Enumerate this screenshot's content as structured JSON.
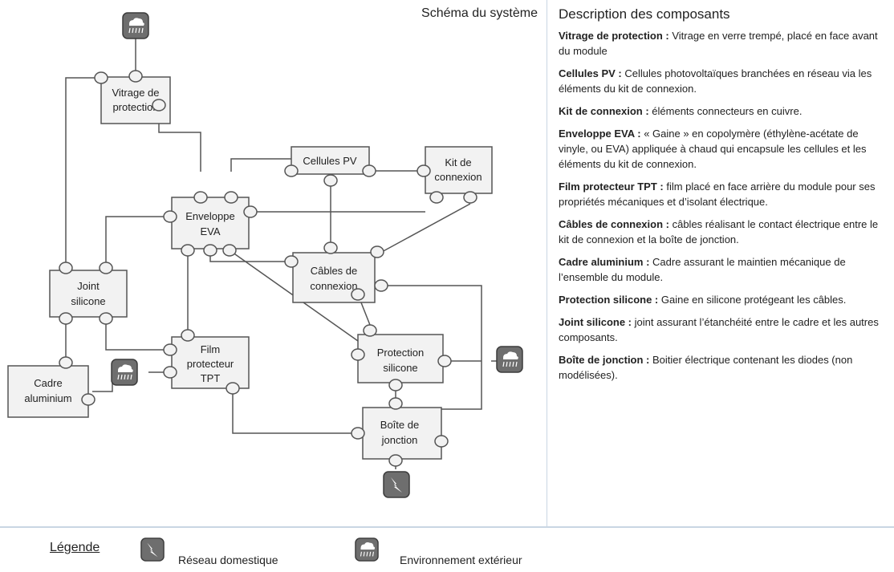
{
  "diagram": {
    "title": "Schéma du système",
    "nodes": {
      "vitrage": "Vitrage de protection",
      "cellules": "Cellules PV",
      "kit": "Kit de connexion",
      "enveloppe": "Enveloppe EVA",
      "cables": "Câbles de connexion",
      "joint": "Joint silicone",
      "film": "Film protecteur TPT",
      "protection": "Protection silicone",
      "cadre": "Cadre aluminium",
      "boite": "Boîte de jonction"
    },
    "icons": {
      "environment": "weather-rain-icon",
      "grid": "lightning-bolt-icon"
    }
  },
  "description": {
    "title": "Description des composants",
    "items": [
      {
        "term": "Vitrage de protection :",
        "text": " Vitrage  en verre trempé, placé en face avant du module"
      },
      {
        "term": "Cellules PV :",
        "text": " Cellules photovoltaïques branchées en réseau via les éléments du kit de connexion."
      },
      {
        "term": "Kit de connexion :",
        "text": " éléments connecteurs en cuivre."
      },
      {
        "term": "Enveloppe EVA :",
        "text": " « Gaine » en copolymère (éthylène-acétate de vinyle, ou EVA)  appliquée à chaud qui encapsule les cellules et les éléments du kit de connexion."
      },
      {
        "term": "Film protecteur TPT  :",
        "text": " film placé en face arrière du module pour ses propriétés mécaniques et d’isolant électrique."
      },
      {
        "term": "Câbles de connexion :",
        "text": " câbles réalisant le contact électrique entre le kit de connexion et la boîte de jonction."
      },
      {
        "term": "Cadre aluminium  :",
        "text": " Cadre assurant le maintien mécanique de l’ensemble du module."
      },
      {
        "term": "Protection silicone :",
        "text": " Gaine en silicone protégeant les câbles."
      },
      {
        "term": "Joint silicone :",
        "text": " joint assurant  l’étanchéité entre le cadre et les autres composants."
      },
      {
        "term": "Boîte de jonction :",
        "text": "  Boitier électrique contenant les diodes (non modélisées)."
      }
    ]
  },
  "legend": {
    "title": "Légende",
    "grid_label": "Réseau domestique",
    "environment_label": "Environnement extérieur"
  }
}
